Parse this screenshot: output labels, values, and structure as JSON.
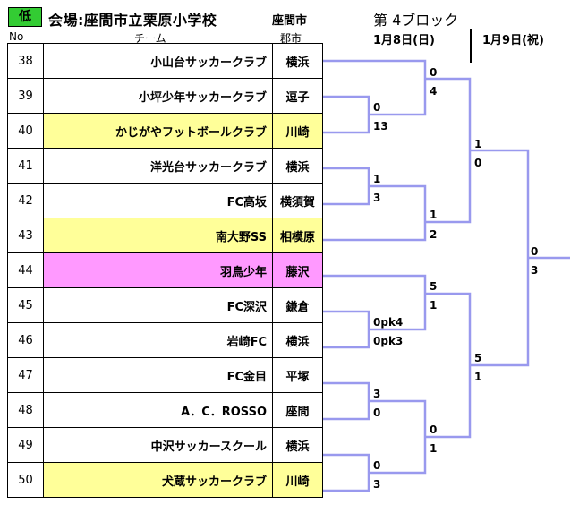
{
  "header": {
    "badge": "低",
    "venue": "会場:座間市立栗原小学校",
    "city": "座間市",
    "block": "第 4ブロック",
    "date1": "1月8日(日)",
    "date2": "1月9日(祝)"
  },
  "columns": {
    "no": "No",
    "team": "チーム",
    "pref": "郡市"
  },
  "teams": [
    {
      "no": "38",
      "name": "小山台サッカークラブ",
      "pref": "横浜",
      "hl": "none"
    },
    {
      "no": "39",
      "name": "小坪少年サッカークラブ",
      "pref": "逗子",
      "hl": "none"
    },
    {
      "no": "40",
      "name": "かじがやフットボールクラブ",
      "pref": "川崎",
      "hl": "yellow"
    },
    {
      "no": "41",
      "name": "洋光台サッカークラブ",
      "pref": "横浜",
      "hl": "none"
    },
    {
      "no": "42",
      "name": "FC高坂",
      "pref": "横須賀",
      "hl": "none"
    },
    {
      "no": "43",
      "name": "南大野SS",
      "pref": "相模原",
      "hl": "yellow"
    },
    {
      "no": "44",
      "name": "羽鳥少年",
      "pref": "藤沢",
      "hl": "pink"
    },
    {
      "no": "45",
      "name": "FC深沢",
      "pref": "鎌倉",
      "hl": "none"
    },
    {
      "no": "46",
      "name": "岩崎FC",
      "pref": "横浜",
      "hl": "none"
    },
    {
      "no": "47",
      "name": "FC金目",
      "pref": "平塚",
      "hl": "none"
    },
    {
      "no": "48",
      "name": "A．C．ROSSO",
      "pref": "座間",
      "hl": "none"
    },
    {
      "no": "49",
      "name": "中沢サッカースクール",
      "pref": "横浜",
      "hl": "none"
    },
    {
      "no": "50",
      "name": "犬蔵サッカークラブ",
      "pref": "川崎",
      "hl": "yellow"
    }
  ],
  "scores": {
    "s1": "0",
    "s2": "4",
    "s3": "0",
    "s4": "13",
    "s5": "1",
    "s6": "0",
    "s7": "1",
    "s8": "3",
    "s9": "1",
    "s10": "2",
    "s11": "0",
    "s12": "3",
    "s13": "5",
    "s14": "1",
    "s15": "0pk4",
    "s16": "0pk3",
    "s17": "5",
    "s18": "1",
    "s19": "3",
    "s20": "0",
    "s21": "0",
    "s22": "1",
    "s23": "0",
    "s24": "3"
  },
  "colors": {
    "bracket": "#9999ee",
    "yellow": "#ffff99",
    "pink": "#ff99ff",
    "badge": "#33cc33"
  }
}
